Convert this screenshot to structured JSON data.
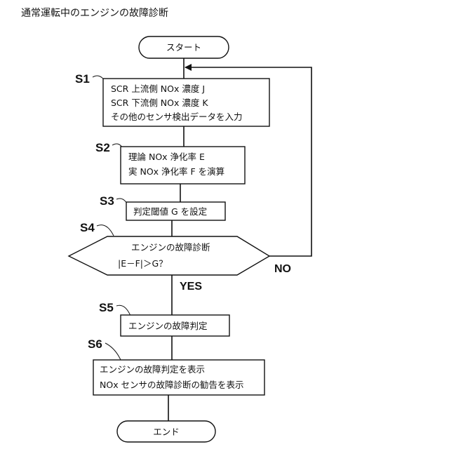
{
  "title": "通常運転中のエンジンの故障診断",
  "start_label": "スタート",
  "end_label": "エンド",
  "steps": {
    "s1": {
      "id": "S1",
      "lines": [
        "SCR 上流側 NOx 濃度 J",
        "SCR 下流側 NOx 濃度 K",
        "その他のセンサ検出データを入力"
      ]
    },
    "s2": {
      "id": "S2",
      "lines": [
        "理論 NOx 浄化率 E",
        "実 NOx 浄化率 F を演算"
      ]
    },
    "s3": {
      "id": "S3",
      "lines": [
        "判定閾値 G を設定"
      ]
    },
    "s4": {
      "id": "S4",
      "lines": [
        "エンジンの故障診断",
        "|E－F|＞G？"
      ]
    },
    "s5": {
      "id": "S5",
      "lines": [
        "エンジンの故障判定"
      ]
    },
    "s6": {
      "id": "S6",
      "lines": [
        "エンジンの故障判定を表示",
        "NOx センサの故障診断の勧告を表示"
      ]
    }
  },
  "branches": {
    "no": "NO",
    "yes": "YES"
  }
}
